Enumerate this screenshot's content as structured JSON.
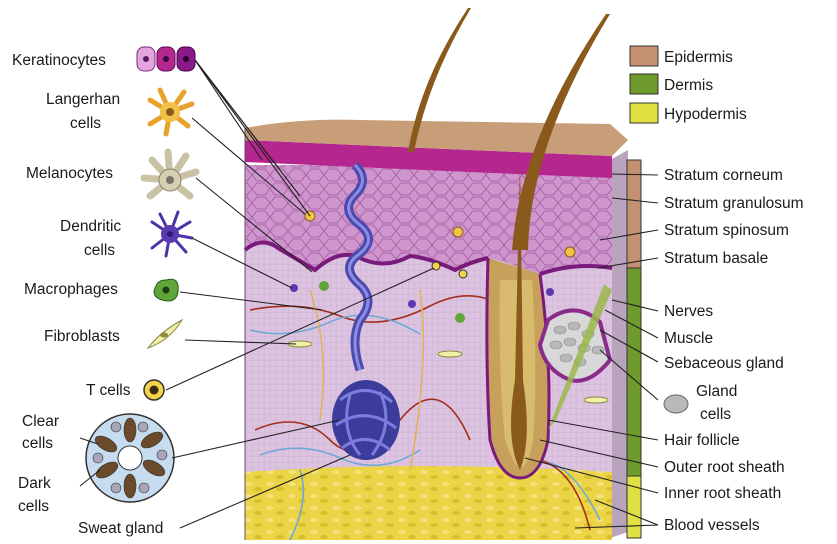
{
  "legend": [
    {
      "label": "Epidermis",
      "color": "#c49170"
    },
    {
      "label": "Dermis",
      "color": "#6f9a2c"
    },
    {
      "label": "Hypodermis",
      "color": "#dfe041"
    }
  ],
  "left_labels": {
    "keratinocytes": "Keratinocytes",
    "langerhan": [
      "Langerhan",
      "cells"
    ],
    "melanocytes": "Melanocytes",
    "dendritic": [
      "Dendritic",
      "cells"
    ],
    "macrophages": "Macrophages",
    "fibroblasts": "Fibroblasts",
    "tcells": "T cells",
    "clear": [
      "Clear",
      "cells"
    ],
    "dark": [
      "Dark",
      "cells"
    ],
    "sweat_gland": "Sweat gland"
  },
  "right_labels": {
    "stratum_corneum": "Stratum corneum",
    "stratum_granulosum": "Stratum granulosum",
    "stratum_spinosum": "Stratum spinosum",
    "stratum_basale": "Stratum basale",
    "nerves": "Nerves",
    "muscle": "Muscle",
    "sebaceous_gland": "Sebaceous gland",
    "gland_cells": [
      "Gland",
      "cells"
    ],
    "hair_follicle": "Hair follicle",
    "outer_root_sheath": "Outer root sheath",
    "inner_root_sheath": "Inner root sheath",
    "blood_vessels": "Blood vessels"
  },
  "colors": {
    "epidermis_top": "#c49a74",
    "stratum_corneum": "#b5268e",
    "epidermis_cells": "#c47fc0",
    "dermis": "#dcc6e2",
    "hypodermis": "#e8cf3c",
    "hair": "#8a5a1c",
    "sweat_gland": "#4a4ab0",
    "sebaceous_gland": "#8a2a8a"
  }
}
